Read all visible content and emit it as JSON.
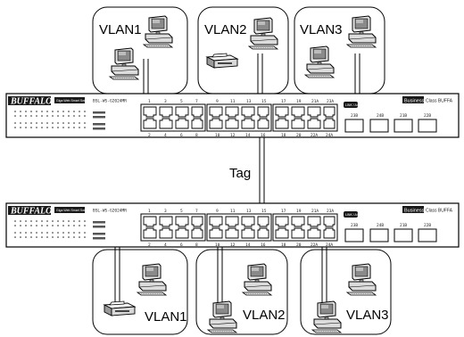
{
  "tag_label": "Tag",
  "top_groups": [
    {
      "label": "VLAN1"
    },
    {
      "label": "VLAN2"
    },
    {
      "label": "VLAN3"
    }
  ],
  "bottom_groups": [
    {
      "label": "VLAN1"
    },
    {
      "label": "VLAN2"
    },
    {
      "label": "VLAN3"
    }
  ],
  "switch": {
    "brand": "BUFFALO",
    "model_badge": "Giga Web Smart Switch",
    "model_number": "BSL-WS-G2024MR",
    "business_badge": "Business",
    "business_suffix": "Class BUFFA",
    "lan_badge": "LINK / ACT",
    "port_numbers_top": [
      "1",
      "3",
      "5",
      "7",
      "9",
      "11",
      "13",
      "15",
      "17",
      "19",
      "21A",
      "23A"
    ],
    "port_numbers_bottom": [
      "2",
      "4",
      "6",
      "8",
      "10",
      "12",
      "14",
      "16",
      "18",
      "20",
      "22A",
      "24A"
    ],
    "sfp_labels": [
      "23B",
      "24B",
      "21B",
      "22B"
    ]
  },
  "colors": {
    "line": "#000000",
    "panel_fill": "#ffffff",
    "logo_fill": "#1a1a1a"
  }
}
